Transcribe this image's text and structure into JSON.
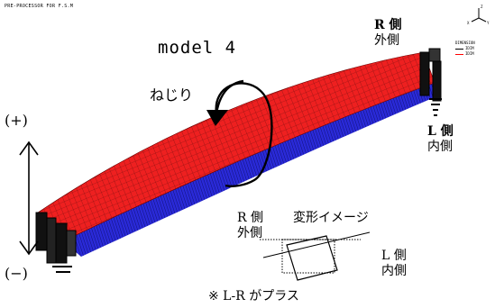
{
  "header": {
    "text": "PRE-PROCESSOR  FOR  F.S.M"
  },
  "model_title": "model 4",
  "twist_label": "ねじり",
  "plus_label": "(+)",
  "minus_label": "(−)",
  "r_side_top": {
    "name": "R 側",
    "sub": "外側"
  },
  "l_side_right": {
    "name": "L 側",
    "sub": "内側"
  },
  "deform_image": {
    "title": "変形イメージ",
    "r_side": {
      "name": "R 側",
      "sub": "外側"
    },
    "l_side": {
      "name": "L 側",
      "sub": "内側"
    }
  },
  "note": "※ L-R がプラス",
  "dimension_legend": {
    "title": "DIMENSION",
    "items": [
      {
        "label": "IDIM",
        "color": "#000000"
      },
      {
        "label": "IDIM",
        "color": "#ff0000"
      }
    ]
  },
  "axis_triad": {
    "z": "Z",
    "x": "X",
    "y": "Y"
  },
  "colors": {
    "beam_top": "#ee2020",
    "beam_side": "#2020d0",
    "mesh": "#000000"
  }
}
